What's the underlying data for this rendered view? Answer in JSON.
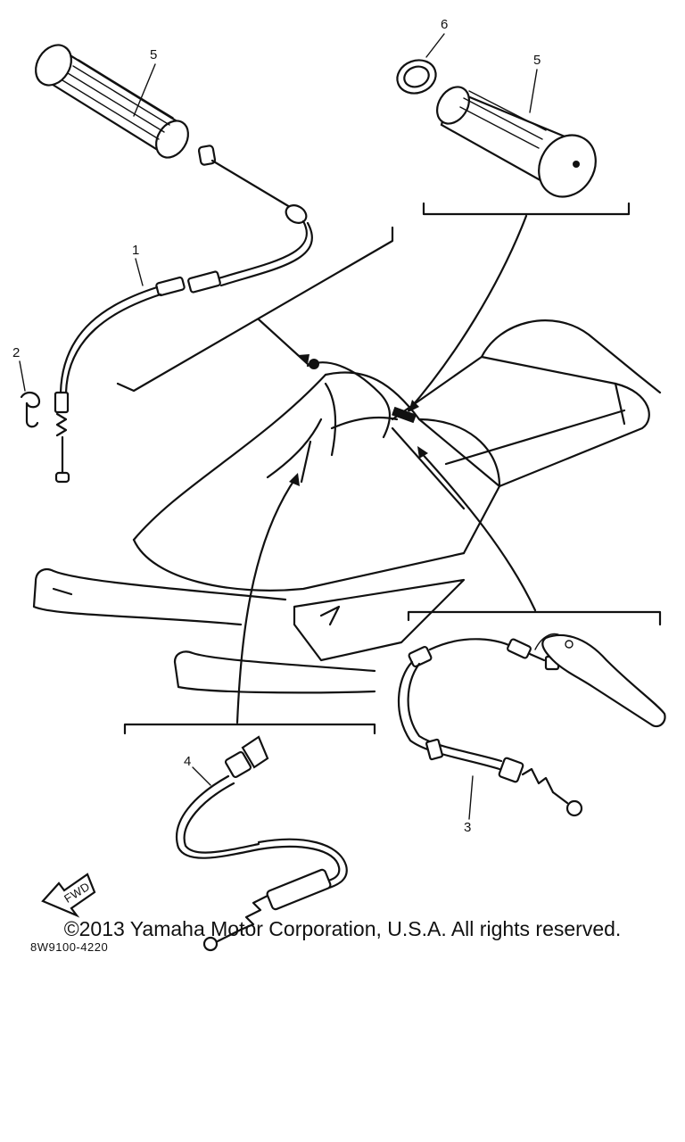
{
  "diagram": {
    "callouts": {
      "part_1": "1",
      "part_2": "2",
      "part_3": "3",
      "part_4": "4",
      "part_5_left": "5",
      "part_5_right": "5",
      "part_6": "6"
    },
    "front_marker": "FWD",
    "diagram_code": "8W9100-4220"
  },
  "footer": {
    "copyright": "©2013 Yamaha Motor Corporation, U.S.A. All rights reserved."
  }
}
